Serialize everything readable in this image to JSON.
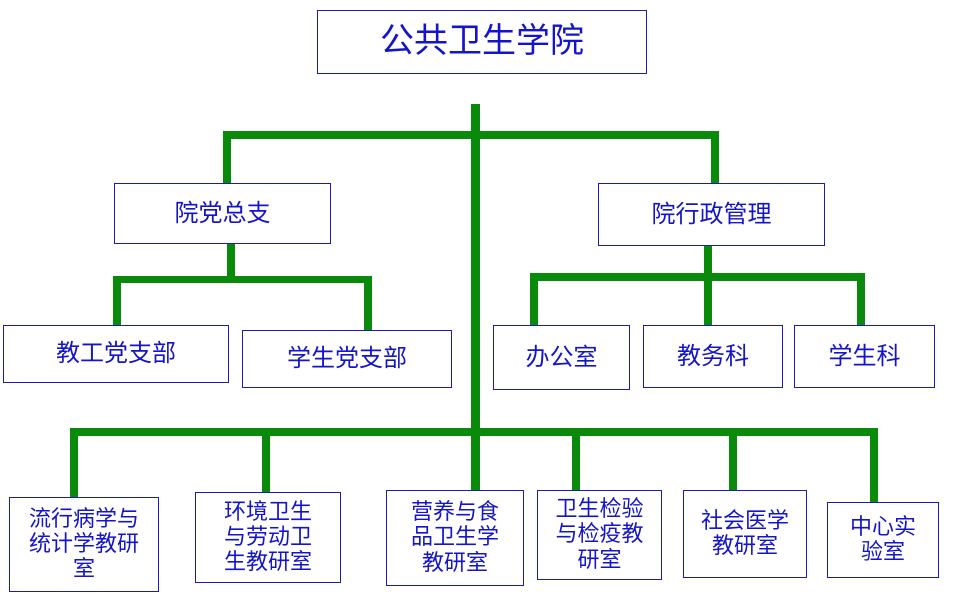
{
  "root": "公共卫生学院",
  "party_branch": {
    "label": "院党总支",
    "children": [
      "教工党支部",
      "学生党支部"
    ]
  },
  "admin": {
    "label": "院行政管理",
    "children": [
      "办公室",
      "教务科",
      "学生科"
    ]
  },
  "departments": [
    "流行病学与\n统计学教研\n室",
    "环境卫生\n与劳动卫\n生教研室",
    "营养与食\n品卫生学\n教研室",
    "卫生检验\n与检疫教\n研室",
    "社会医学\n教研室",
    "中心实\n验室"
  ],
  "colors": {
    "text": "#1414c8",
    "border": "#1b1bb0",
    "connector": "#0a8a0a",
    "background": "#ffffff"
  }
}
